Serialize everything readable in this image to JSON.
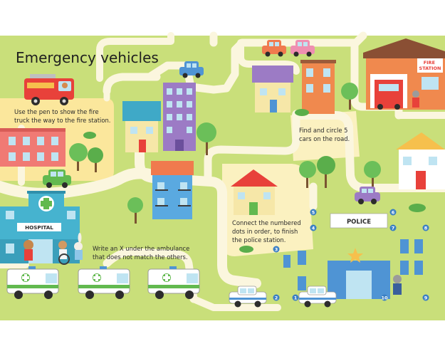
{
  "title": "Emergency vehicles",
  "instructions": {
    "fire_truck": [
      "Use the pen to show the fire",
      "truck the way to the fire station."
    ],
    "cars": [
      "Find and circle 5",
      "cars on the road."
    ],
    "police": [
      "Connect the numbered",
      "dots in order, to finish",
      "the police station."
    ],
    "ambulance": [
      "Write an X under the ambulance",
      "that does not match the others."
    ]
  },
  "signs": {
    "hospital": "HOSPITAL",
    "police": "POLICE",
    "fire_station": [
      "FIRE",
      "STATION"
    ]
  },
  "dots": [
    "1",
    "2",
    "3",
    "4",
    "5",
    "6",
    "7",
    "8",
    "9",
    "10"
  ],
  "colors": {
    "grass": "#c9df7a",
    "road": "#fbf6de",
    "fire_red": "#e8413a",
    "police_blue": "#4f94d4",
    "hospital_teal": "#46b3cf",
    "cream_patch": "#fbe79c",
    "dot_blue": "#3a7fc4"
  }
}
